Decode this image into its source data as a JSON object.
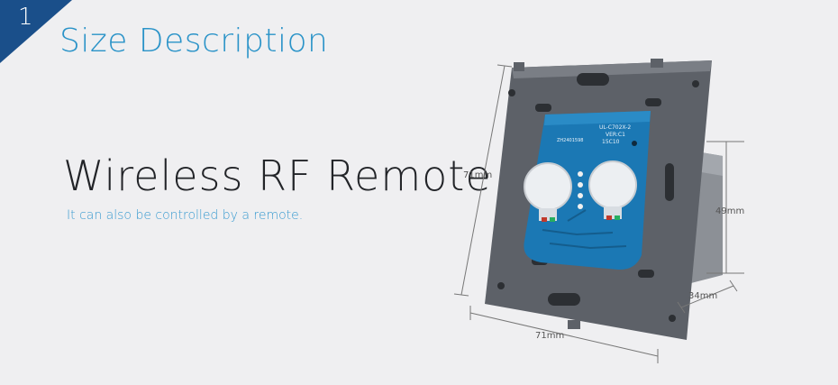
{
  "badge": {
    "number": "1",
    "color": "#1a4f8a"
  },
  "section_title": "Size Description",
  "headline": "Wireless RF Remote",
  "subline": "It can also be controlled by a remote.",
  "colors": {
    "accent": "#2a93c8",
    "plate": "#5d6168",
    "board": "#1b78b4"
  },
  "dimensions": {
    "height": "71mm",
    "width": "71mm",
    "depth": "34mm",
    "body_height": "49mm"
  },
  "board_labels": {
    "model": "UL-C702X-2",
    "version": "VER:C1",
    "code": "15C10",
    "serial": "ZH2401598"
  }
}
